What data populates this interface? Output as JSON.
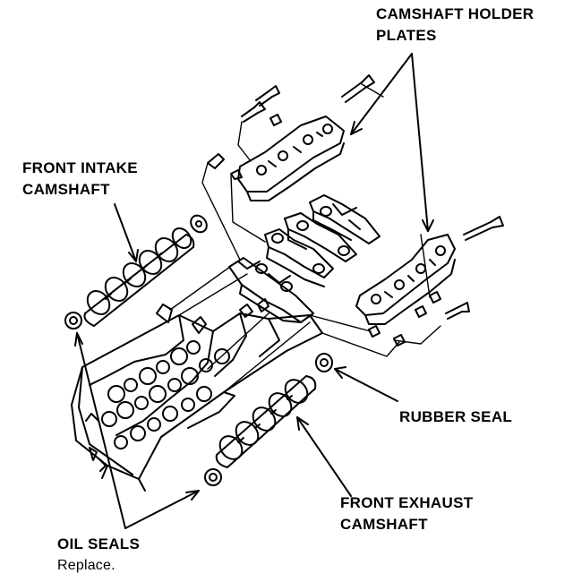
{
  "colors": {
    "ink": "#000000",
    "paper": "#ffffff"
  },
  "labels": {
    "camshaft_holder_plates": {
      "line1": "CAMSHAFT HOLDER",
      "line2": "PLATES"
    },
    "front_intake_camshaft": {
      "line1": "FRONT INTAKE",
      "line2": "CAMSHAFT"
    },
    "rubber_seal": {
      "line1": "RUBBER SEAL"
    },
    "front_exhaust_camshaft": {
      "line1": "FRONT EXHAUST",
      "line2": "CAMSHAFT"
    },
    "oil_seals": {
      "line1": "OIL SEALS",
      "note": "Replace."
    }
  }
}
